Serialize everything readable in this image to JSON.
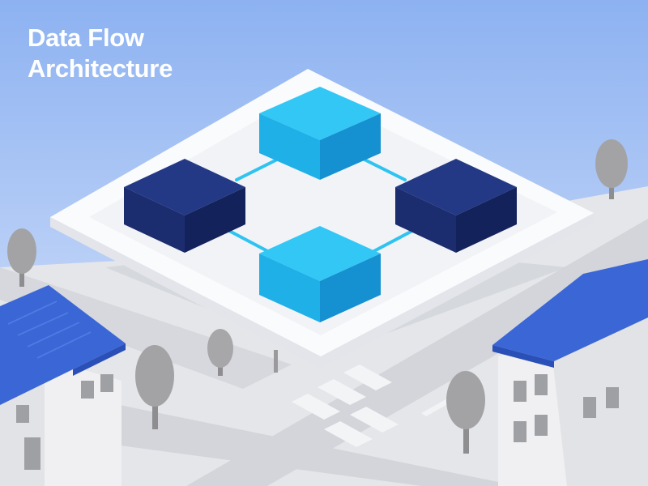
{
  "title": {
    "line1": "Data Flow",
    "line2": "Architecture"
  },
  "diagram": {
    "nodes": [
      {
        "name": "top-block",
        "kind": "light"
      },
      {
        "name": "left-block",
        "kind": "dark"
      },
      {
        "name": "right-block",
        "kind": "dark"
      },
      {
        "name": "bottom-block",
        "kind": "light"
      }
    ],
    "connections": [
      {
        "from": "left-block",
        "to": "top-block"
      },
      {
        "from": "top-block",
        "to": "right-block"
      },
      {
        "from": "left-block",
        "to": "bottom-block"
      },
      {
        "from": "bottom-block",
        "to": "right-block"
      }
    ]
  },
  "colors": {
    "sky_top": "#8fb4f2",
    "sky_bottom": "#dbe6fb",
    "ground": "#e4e5e9",
    "platform": "#ffffff",
    "block_light": "#1fb6ee",
    "block_dark": "#1c2f79",
    "connector": "#2ec3f0",
    "roof": "#3a66d6",
    "tree": "#9b9b9e"
  }
}
